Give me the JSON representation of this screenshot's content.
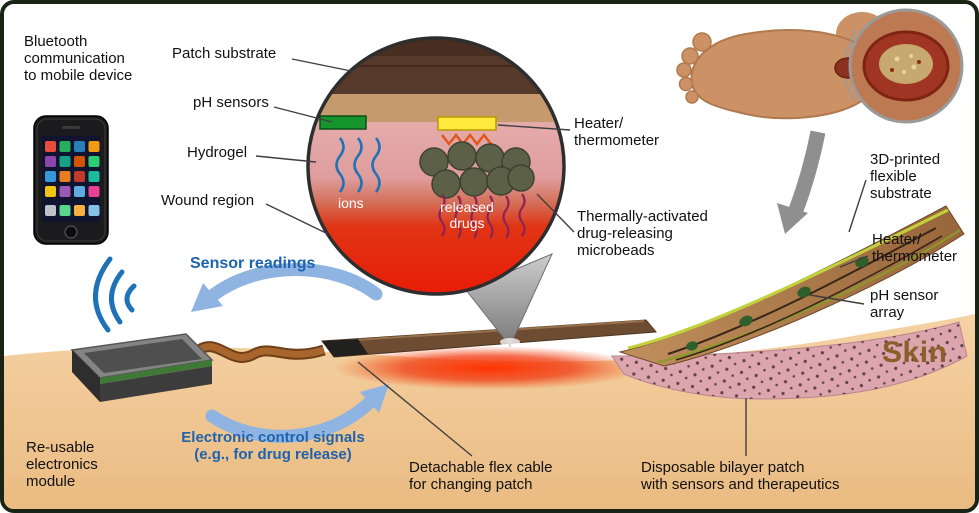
{
  "colors": {
    "background": "#ffffff",
    "frame_border": "#1a2414",
    "skin_tone": "#efc392",
    "label_text": "#111111",
    "blue_text": "#1d63ad",
    "arrow_blue": "#8fb4e2",
    "signal_blue": "#1f72b8",
    "skin_label_brown": "#8b5e2a",
    "wound_red": "#e3170d",
    "hydrogel_pink": "#dfa3a8",
    "patch_substrate_brown": "#56392a",
    "heater_yellow": "#ffe93c",
    "ph_sensor_green": "#17952d",
    "microbead_olive": "#5c6047",
    "cone_gray": "#9e9e9e"
  },
  "icons": {
    "smartphone": "smartphone-illustration",
    "wireless_waves": "wireless-signal-icon",
    "magnifier_cone": "zoom-callout-cone",
    "foot_arrow": "down-arrow-icon"
  },
  "labels": {
    "bluetooth": "Bluetooth\ncommunication\nto mobile device",
    "patch_substrate": "Patch substrate",
    "ph_sensors": "pH sensors",
    "hydrogel": "Hydrogel",
    "wound_region": "Wound region",
    "ions": "ions",
    "released_drugs": "released\ndrugs",
    "heater_inset": "Heater/\nthermometer",
    "microbeads": "Thermally-activated\ndrug-releasing\nmicrobeads",
    "flexible_substrate": "3D-printed\nflexible\nsubstrate",
    "heater_patch": "Heater/\nthermometer",
    "ph_sensor_array": "pH sensor\narray",
    "skin": "Skin",
    "sensor_readings": "Sensor readings",
    "control_signals": "Electronic control signals\n(e.g., for drug release)",
    "reusable_module": "Re-usable\nelectronics\nmodule",
    "detachable_cable": "Detachable flex cable\nfor changing patch",
    "disposable_patch": "Disposable bilayer patch\nwith sensors and therapeutics"
  }
}
